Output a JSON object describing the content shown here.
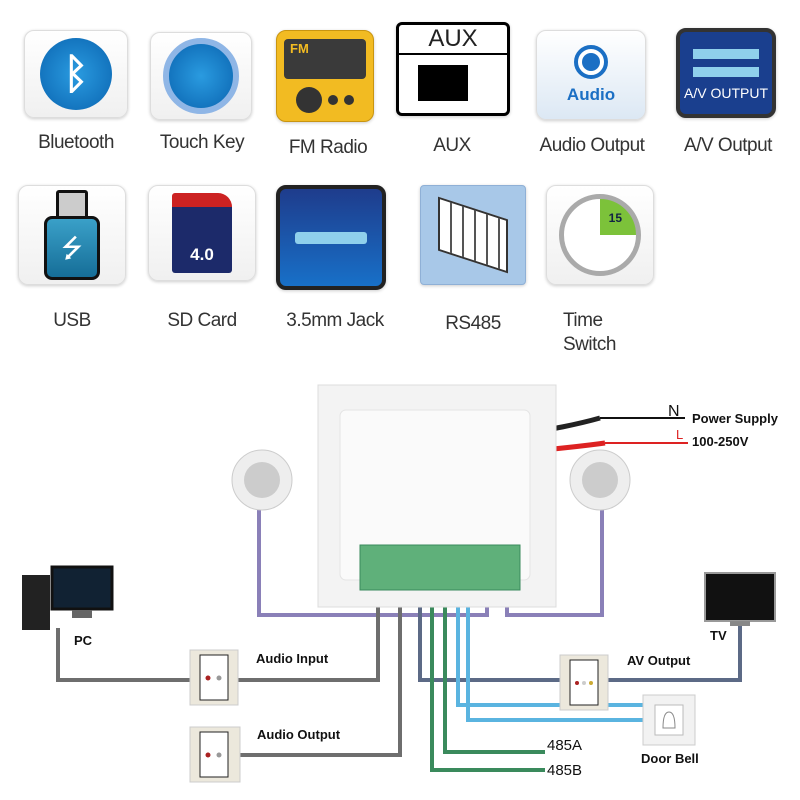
{
  "features": [
    {
      "label": "Bluetooth",
      "icon": "bluetooth-icon"
    },
    {
      "label": "Touch Key",
      "icon": "touch-key-icon"
    },
    {
      "label": "FM Radio",
      "icon": "fm-radio-icon",
      "icon_text": "FM"
    },
    {
      "label": "AUX",
      "icon": "aux-icon",
      "icon_text": "AUX"
    },
    {
      "label": "Audio Output",
      "icon": "audio-output-icon",
      "icon_text": "Audio"
    },
    {
      "label": "A/V Output",
      "icon": "av-output-icon",
      "icon_text": "A/V OUTPUT"
    },
    {
      "label": "USB",
      "icon": "usb-icon"
    },
    {
      "label": "SD Card",
      "icon": "sd-card-icon",
      "icon_text": "4.0"
    },
    {
      "label": "3.5mm Jack",
      "icon": "jack-icon"
    },
    {
      "label": "RS485",
      "icon": "terminal-block-icon"
    },
    {
      "label": "Time",
      "label2": "Switch",
      "icon": "timer-icon",
      "icon_text": "15"
    }
  ],
  "wiring": {
    "power_n": "N",
    "power_supply": "Power Supply",
    "power_l": "L",
    "voltage": "100-250V",
    "pc": "PC",
    "tv": "TV",
    "audio_input": "Audio Input",
    "audio_output": "Audio Output",
    "av_output": "AV Output",
    "door_bell": "Door Bell",
    "rs485_a": "485A",
    "rs485_b": "485B"
  },
  "colors": {
    "speaker_wire": "#8a80b8",
    "audio_wire": "#6e6e6e",
    "av_wire": "#5c6a86",
    "bell_wire": "#5ab4e0",
    "rs485_wire": "#3a8a5c",
    "live": "#d22"
  }
}
